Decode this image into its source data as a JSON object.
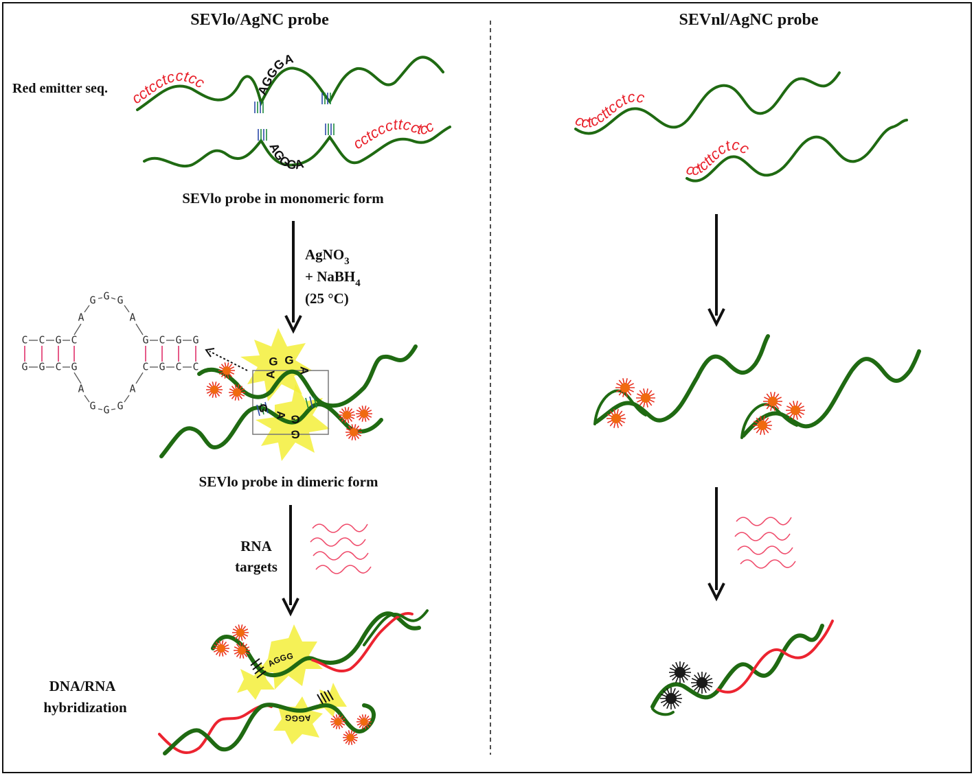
{
  "left_panel": {
    "title": "SEVlo/AgNC  probe",
    "red_emitter_label": "Red emitter seq.",
    "emitter_seq_top": "cctcctcctcc",
    "emitter_seq_bottom": "cctcccttcctcc",
    "loop_top": "AGGGA",
    "loop_bottom": "AGGGA",
    "monomer_label": "SEVlo probe in  monomeric form",
    "reagent_line1": "AgNO",
    "reagent_line1_sub": "3",
    "reagent_line2": "+ NaBH",
    "reagent_line2_sub": "4",
    "reagent_line3": "(25 °C)",
    "loop_structure": {
      "stem_top": [
        "C",
        "C",
        "G",
        "C"
      ],
      "stem_bottom": [
        "G",
        "G",
        "C",
        "G"
      ],
      "loop_top": [
        "A",
        "G",
        "G",
        "G",
        "A"
      ],
      "loop_bottom": [
        "A",
        "G",
        "G",
        "G",
        "A"
      ],
      "stem_top_right": [
        "G",
        "C",
        "G",
        "G"
      ],
      "stem_bottom_right": [
        "C",
        "G",
        "C",
        "C"
      ]
    },
    "dimer_letters": [
      "G",
      "G",
      "A",
      "A",
      "G",
      "G",
      "A",
      "G"
    ],
    "dimer_label": "SEVlo probe in  dimeric form",
    "rna_label_line1": "RNA",
    "rna_label_line2": "targets",
    "hybrid_label_line1": "DNA/RNA",
    "hybrid_label_line2": "hybridization",
    "hybrid_letters_top": "AGGG",
    "hybrid_letters_bottom": "AGGG"
  },
  "right_panel": {
    "title": "SEVnl/AgNC  probe",
    "emitter_seq_top": "cctccttcctcc",
    "emitter_seq_bottom": "cctcttcctcc"
  },
  "colors": {
    "dna_strand": "#1f6a12",
    "rna_strand": "#ec2430",
    "emitter_text": "#e8202a",
    "glow": "#f3ee3a",
    "agnc_red": "#f06a10",
    "agnc_dark": "#1a1a1a"
  }
}
